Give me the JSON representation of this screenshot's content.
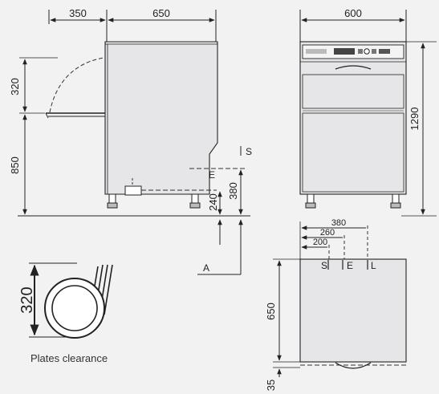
{
  "colors": {
    "background": "#f2f2f3",
    "line": "#222222",
    "machine_fill": "#e6e6e8",
    "dash": "#333333"
  },
  "side_view": {
    "dims": {
      "door_depth": "350",
      "body_depth": "650",
      "door_height": "320",
      "rack_height": "850",
      "outlet_low": "240",
      "outlet_high": "380"
    },
    "letters": {
      "s": "S",
      "e": "E",
      "a": "A"
    }
  },
  "front_view": {
    "dims": {
      "width": "600",
      "height": "1290"
    }
  },
  "plan_view": {
    "dims": {
      "l": "380",
      "e": "260",
      "s": "200",
      "depth": "650",
      "foot": "35"
    },
    "letters": {
      "s": "S",
      "e": "E",
      "l": "L"
    }
  },
  "plates": {
    "dim": "320",
    "caption": "Plates clearance"
  }
}
